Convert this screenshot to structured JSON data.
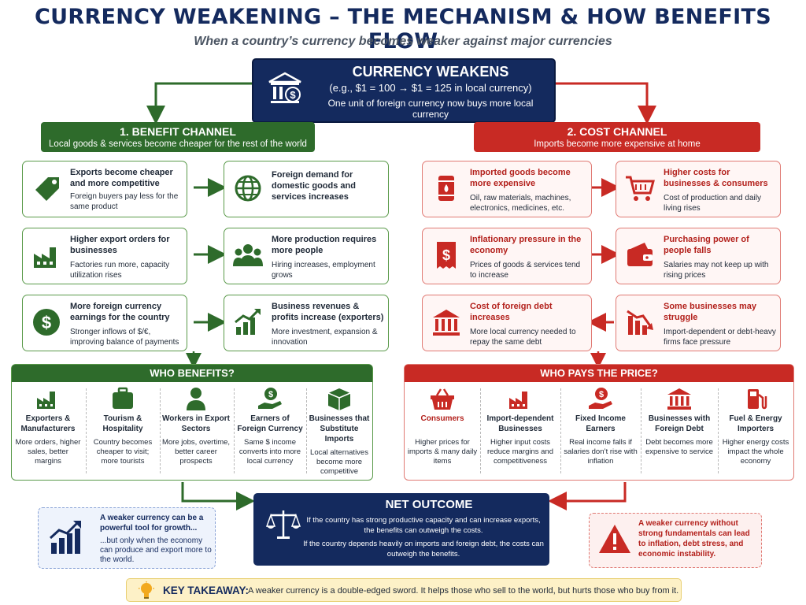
{
  "title": "CURRENCY WEAKENING – THE MECHANISM & HOW BENEFITS FLOW",
  "subtitle": "When a country’s currency becomes weaker against major currencies",
  "colors": {
    "navy": "#142a5e",
    "green": "#2e6b2b",
    "red": "#c82a24"
  },
  "top": {
    "title": "CURRENCY WEAKENS",
    "example": "(e.g., $1 = 100 → $1 = 125 in local currency)",
    "description": "One unit of foreign currency now buys more local currency",
    "icon": "bank-dollar-icon"
  },
  "benefit_channel": {
    "title": "1. BENEFIT CHANNEL",
    "subtitle": "Local goods & services become cheaper for the rest of the world",
    "cards": [
      {
        "title": "Exports become cheaper and more competitive",
        "desc": "Foreign buyers pay less for the same product",
        "icon": "price-tag-icon"
      },
      {
        "title": "Foreign demand for domestic goods and services increases",
        "desc": "",
        "icon": "globe-icon"
      },
      {
        "title": "Higher export orders for businesses",
        "desc": "Factories run more, capacity utilization rises",
        "icon": "factory-icon"
      },
      {
        "title": "More production requires more people",
        "desc": "Hiring increases, employment grows",
        "icon": "people-icon"
      },
      {
        "title": "More foreign currency earnings for the country",
        "desc": "Stronger inflows of $/€, improving balance of payments",
        "icon": "dollar-coin-icon"
      },
      {
        "title": "Business revenues & profits increase (exporters)",
        "desc": "More investment, expansion & innovation",
        "icon": "growth-chart-icon"
      }
    ]
  },
  "cost_channel": {
    "title": "2. COST CHANNEL",
    "subtitle": "Imports become more expensive at home",
    "cards": [
      {
        "title": "Imported goods become more expensive",
        "desc": "Oil, raw materials, machines, electronics, medicines, etc.",
        "icon": "oil-barrel-icon"
      },
      {
        "title": "Higher costs for businesses & consumers",
        "desc": "Cost of production and daily living rises",
        "icon": "shopping-cart-icon"
      },
      {
        "title": "Inflationary pressure in the economy",
        "desc": "Prices of goods & services tend to increase",
        "icon": "price-receipt-icon"
      },
      {
        "title": "Purchasing power of people falls",
        "desc": "Salaries may not keep up with rising prices",
        "icon": "wallet-icon"
      },
      {
        "title": "Cost of foreign debt increases",
        "desc": "More local currency needed to repay the same debt",
        "icon": "bank-icon"
      },
      {
        "title": "Some businesses may struggle",
        "desc": "Import-dependent or debt-heavy firms face pressure",
        "icon": "declining-chart-icon"
      }
    ]
  },
  "who_benefits": {
    "title": "WHO BENEFITS?",
    "items": [
      {
        "title": "Exporters & Manufacturers",
        "desc": "More orders, higher sales, better margins",
        "icon": "factory-icon"
      },
      {
        "title": "Tourism & Hospitality",
        "desc": "Country becomes cheaper to visit; more tourists",
        "icon": "suitcase-icon"
      },
      {
        "title": "Workers in Export Sectors",
        "desc": "More jobs, overtime, better career prospects",
        "icon": "worker-icon"
      },
      {
        "title": "Earners of Foreign Currency",
        "desc": "Same $ income converts into more local currency",
        "icon": "hand-dollar-icon"
      },
      {
        "title": "Businesses that Substitute Imports",
        "desc": "Local alternatives become more competitive",
        "icon": "box-icon"
      }
    ]
  },
  "who_pays": {
    "title": "WHO PAYS THE PRICE?",
    "items": [
      {
        "title": "Consumers",
        "desc": "Higher prices for imports & many daily items",
        "icon": "basket-icon"
      },
      {
        "title": "Import-dependent Businesses",
        "desc": "Higher input costs reduce margins and competitiveness",
        "icon": "factory-icon"
      },
      {
        "title": "Fixed Income Earners",
        "desc": "Real income falls if salaries don’t rise with inflation",
        "icon": "hand-dollar-icon"
      },
      {
        "title": "Businesses with Foreign Debt",
        "desc": "Debt becomes more expensive to service",
        "icon": "bank-icon"
      },
      {
        "title": "Fuel & Energy Importers",
        "desc": "Higher energy costs impact the whole economy",
        "icon": "fuel-pump-icon"
      }
    ]
  },
  "net_outcome": {
    "title": "NET OUTCOME",
    "p1": "If the country has strong productive capacity and can increase exports, the benefits can outweigh the costs.",
    "p2": "If the country depends heavily on imports and foreign debt, the costs can outweigh the benefits.",
    "icon": "scales-icon"
  },
  "note_left": {
    "line1": "A weaker currency can be a powerful tool for growth...",
    "line2": "...but only when the economy can produce and export more to the world.",
    "icon": "growth-chart-icon"
  },
  "note_right": {
    "text": "A weaker currency without strong fundamentals can lead to inflation, debt stress, and economic instability.",
    "icon": "warning-icon"
  },
  "takeaway": {
    "label": "KEY TAKEAWAY:",
    "text": "A weaker currency is a double-edged sword. It helps those who sell to the world, but hurts those who buy from it.",
    "icon": "lightbulb-icon"
  }
}
